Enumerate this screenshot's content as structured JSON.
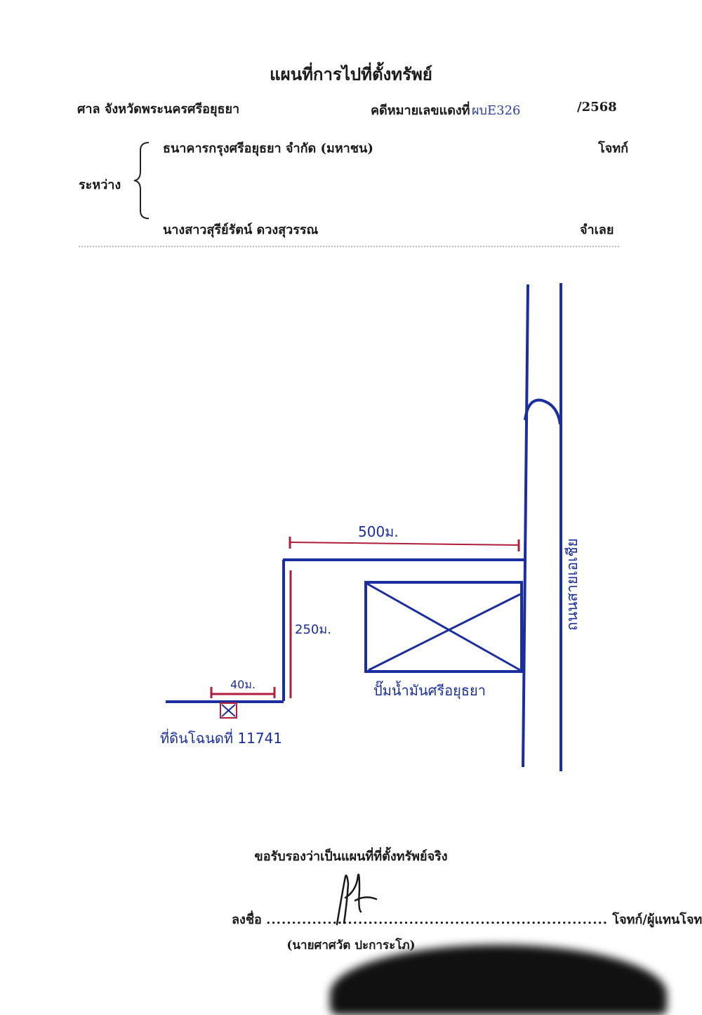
{
  "document": {
    "title": "แผนที่การไปที่ตั้งทรัพย์",
    "court": "ศาล จังหวัดพระนครศรีอยุธยา",
    "case_label": "คดีหมายเลขแดงที่",
    "case_code": "ผบE326",
    "case_year": "/2568",
    "between_label": "ระหว่าง",
    "plaintiff_name": "ธนาคารกรุงศรีอยุธยา จำกัด (มหาชน)",
    "plaintiff_role": "โจทก์",
    "defendant_name": "นางสาวสุรีย์รัตน์ ดวงสุวรรณ",
    "defendant_role": "จำเลย"
  },
  "sketch": {
    "top_distance": "500ม.",
    "side_distance": "250ม.",
    "short_distance": "40ม.",
    "parcel_label": "ที่ดินโฉนดที่ 11741",
    "building_label": "ปั๊มน้ำมันศรีอยุธยา",
    "road_label": "ถนนสายเอเชีย",
    "colors": {
      "ink_blue": "#1a2ea0",
      "ink_red": "#b01e3c"
    }
  },
  "certification": {
    "statement": "ขอรับรองว่าเป็นแผนที่ที่ตั้งทรัพย์จริง",
    "sign_label": "ลงชื่อ",
    "sign_role": "โจทก์/ผู้แทนโจทก์",
    "signer_name": "(นายศาศวัต ปะการะโภ)"
  }
}
